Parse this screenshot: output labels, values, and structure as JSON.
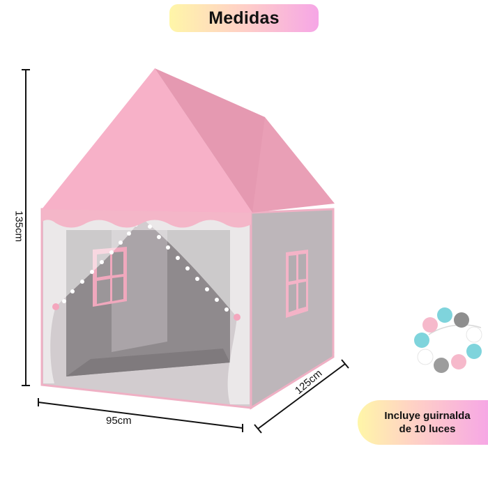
{
  "title": "Medidas",
  "dimensions": {
    "height": "135cm",
    "width": "95cm",
    "depth": "125cm"
  },
  "lights_badge": "Incluye guirnalda\nde 10 luces",
  "product": {
    "name": "play-tent-house",
    "roof_color": "#f2a9c0",
    "body_color": "#c9c3c6",
    "trim_color": "#f4b6c8"
  },
  "lights": {
    "colors": [
      "#7fd4dc",
      "#f6b9cb",
      "#9c9c9c",
      "#ffffff",
      "#7fd4dc",
      "#f6b9cb",
      "#ffffff",
      "#9c9c9c",
      "#f6b9cb",
      "#7fd4dc"
    ]
  }
}
